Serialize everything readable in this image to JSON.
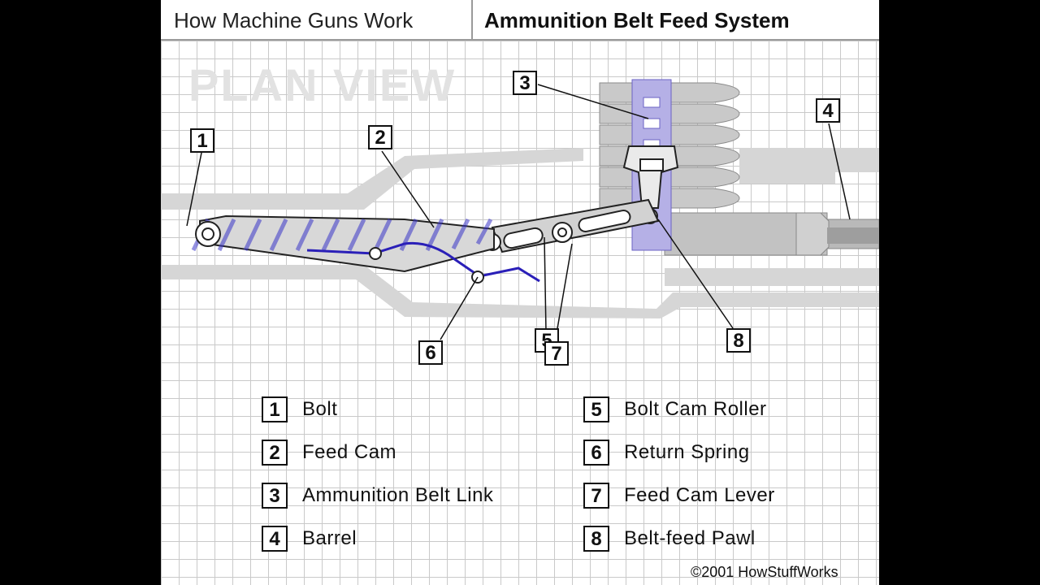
{
  "header": {
    "left_title": "How Machine Guns Work",
    "right_title": "Ammunition Belt Feed System"
  },
  "diagram": {
    "watermark": "PLAN VIEW",
    "callouts": [
      "1",
      "2",
      "3",
      "4",
      "5",
      "6",
      "7",
      "8"
    ]
  },
  "legend": [
    {
      "num": "1",
      "label": "Bolt"
    },
    {
      "num": "2",
      "label": "Feed Cam"
    },
    {
      "num": "3",
      "label": "Ammunition Belt Link"
    },
    {
      "num": "4",
      "label": "Barrel"
    },
    {
      "num": "5",
      "label": "Bolt Cam Roller"
    },
    {
      "num": "6",
      "label": "Return Spring"
    },
    {
      "num": "7",
      "label": "Feed Cam Lever"
    },
    {
      "num": "8",
      "label": "Belt-feed Pawl"
    }
  ],
  "copyright": "©2001 HowStuffWorks",
  "colors": {
    "spring": "#2a1fb8",
    "belt_link": "#b5b0e6",
    "housing": "#d8d8d8",
    "metal": "#bdbdbd"
  }
}
